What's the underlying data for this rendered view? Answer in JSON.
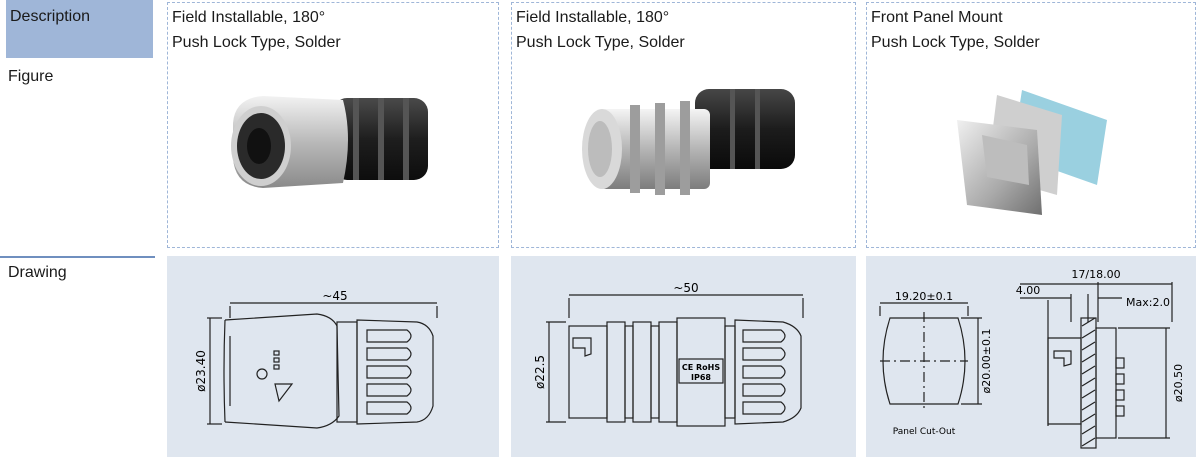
{
  "row_labels": {
    "description": "Description",
    "figure": "Figure",
    "drawing": "Drawing"
  },
  "products": [
    {
      "line1": "Field Installable, 180°",
      "line2": "Push Lock  Type, Solder",
      "figure_icon": "cable-connector-photo",
      "drawing": {
        "length": "~45",
        "diameter": "ø23.40"
      }
    },
    {
      "line1": "Field Installable, 180°",
      "line2": "Push Lock  Type, Solder",
      "figure_icon": "cable-connector-photo",
      "drawing": {
        "length": "~50",
        "diameter": "ø22.5",
        "mark1": "CE RoHS",
        "mark2": "IP68"
      }
    },
    {
      "line1": "Front Panel Mount",
      "line2": "Push Lock  Type, Solder",
      "figure_icon": "panel-mount-connector-photo",
      "drawing": {
        "cutout_width": "19.20±0.1",
        "cutout_height": "ø20.00±0.1",
        "cutout_label": "Panel  Cut-Out",
        "overall": "17/18.00",
        "flange": "4.00",
        "max_panel": "Max:2.0",
        "body_dia": "ø20.50"
      }
    }
  ],
  "colors": {
    "label_bg": "#9fb6d8",
    "drawing_bg": "#dfe6ef",
    "cell_border": "#9fb6d8"
  }
}
